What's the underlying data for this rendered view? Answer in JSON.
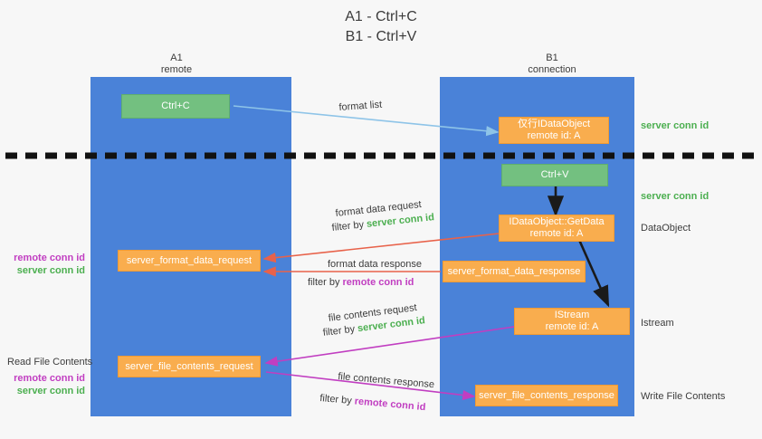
{
  "title": {
    "line1": "A1 - Ctrl+C",
    "line2": "B1 - Ctrl+V"
  },
  "lanes": [
    {
      "name": "A1",
      "sub": "remote"
    },
    {
      "name": "B1",
      "sub": "connection"
    }
  ],
  "boxes": {
    "ctrl_c": "Ctrl+C",
    "ctrl_v": "Ctrl+V",
    "idataobject": {
      "line1": "仅行IDataObject",
      "line2": "remote id: A"
    },
    "getdata": {
      "line1": "IDataObject::GetData",
      "line2": "remote id: A"
    },
    "istream": {
      "line1": "IStream",
      "line2": "remote id: A"
    },
    "server_format_data_request": "server_format_data_request",
    "server_format_data_response": "server_format_data_response",
    "server_file_contents_request": "server_file_contents_request",
    "server_file_contents_response": "server_file_contents_response"
  },
  "edge_labels": {
    "format_list": "format list",
    "format_data_request": "format data request",
    "format_data_response": "format data response",
    "file_contents_request": "file contents request",
    "file_contents_response": "file contents response",
    "filter_by": "filter by ",
    "server_conn_id": "server conn id",
    "remote_conn_id": "remote conn id"
  },
  "side_labels": {
    "server_conn_id": "server conn id",
    "remote_conn_id": "remote conn id",
    "dataobject": "DataObject",
    "istream": "Istream",
    "write_file_contents": "Write File Contents",
    "read_file_contents": "Read File Contents"
  },
  "colors": {
    "lane": "#4a82d8",
    "green_box": "#73c080",
    "orange_box": "#f9ad4e",
    "green_text": "#4caf50",
    "magenta_text": "#c13ec1",
    "blue_arrow": "#8ec4e8",
    "red_arrow": "#e8624a",
    "magenta_arrow": "#c13ec1",
    "dark_arrow": "#1a1a1a",
    "background": "#f7f7f7"
  }
}
